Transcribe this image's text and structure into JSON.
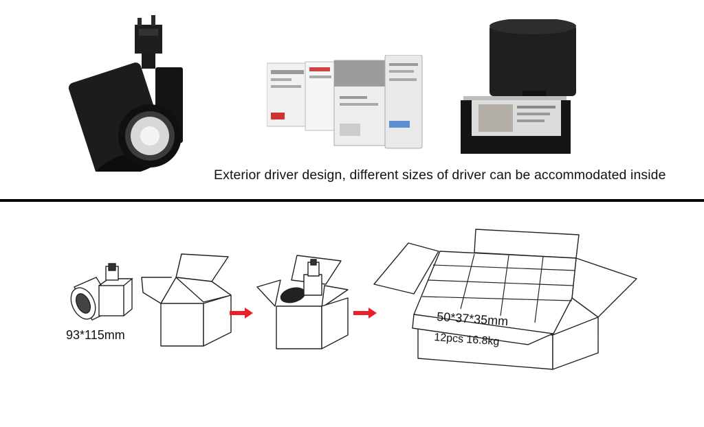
{
  "caption": "Exterior driver design, different sizes of driver can be accommodated inside",
  "packing": {
    "product_size": "93*115mm",
    "carton_size": "50*37*35mm",
    "carton_content": "12pcs 16.8kg"
  },
  "colors": {
    "fixture_body": "#1a1a1a",
    "driver_grey": "#9a9c9e",
    "arrow_red": "#e8202a",
    "line": "#222222"
  }
}
